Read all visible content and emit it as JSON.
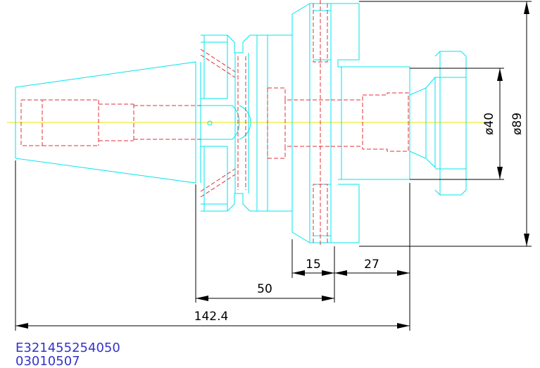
{
  "colors": {
    "outline": "#00e5ee",
    "hidden": "#e0303a",
    "centerline": "#e8e800",
    "dimension": "#000000",
    "code_text": "#3333cc"
  },
  "dimensions": {
    "dia_40": "ø40",
    "dia_89": "ø89",
    "len_15": "15",
    "len_27": "27",
    "len_50": "50",
    "len_142": "142.4"
  },
  "part_code": {
    "line1": "E321455254050",
    "line2": "03010507"
  }
}
